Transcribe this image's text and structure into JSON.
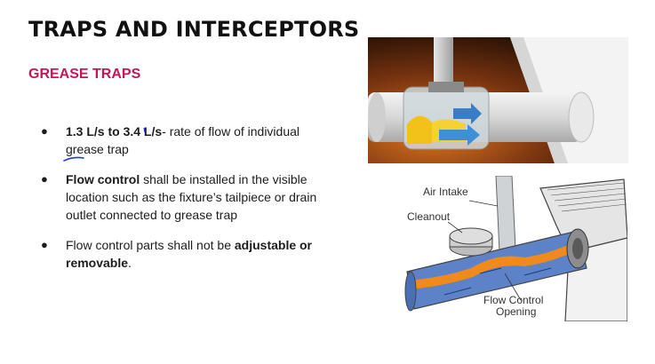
{
  "slide": {
    "title": "TRAPS AND INTERCEPTORS",
    "subtitle": "GREASE TRAPS",
    "bullet_char": "●",
    "bullets": {
      "b1": {
        "bold": "1.3 L/s to 3.4 L/s",
        "text": "- rate of flow of individual grease trap"
      },
      "b2": {
        "bold": "Flow control",
        "text": " shall be installed in the visible location such as the fixture’s tailpiece or drain outlet connected to grease trap"
      },
      "b3": {
        "pre": " Flow control parts shall not be ",
        "bold": "adjustable or removable",
        "post": "."
      }
    }
  },
  "diagram": {
    "air_intake": "Air Intake",
    "cleanout": "Cleanout",
    "flow_control_line1": "Flow Control",
    "flow_control_line2": "Opening"
  },
  "colors": {
    "title": "#111111",
    "subtitle": "#c0185a",
    "pen_mark": "#1e3fbf",
    "grease_orange": "#f08a1d",
    "water_blue": "#6b8fd6"
  }
}
